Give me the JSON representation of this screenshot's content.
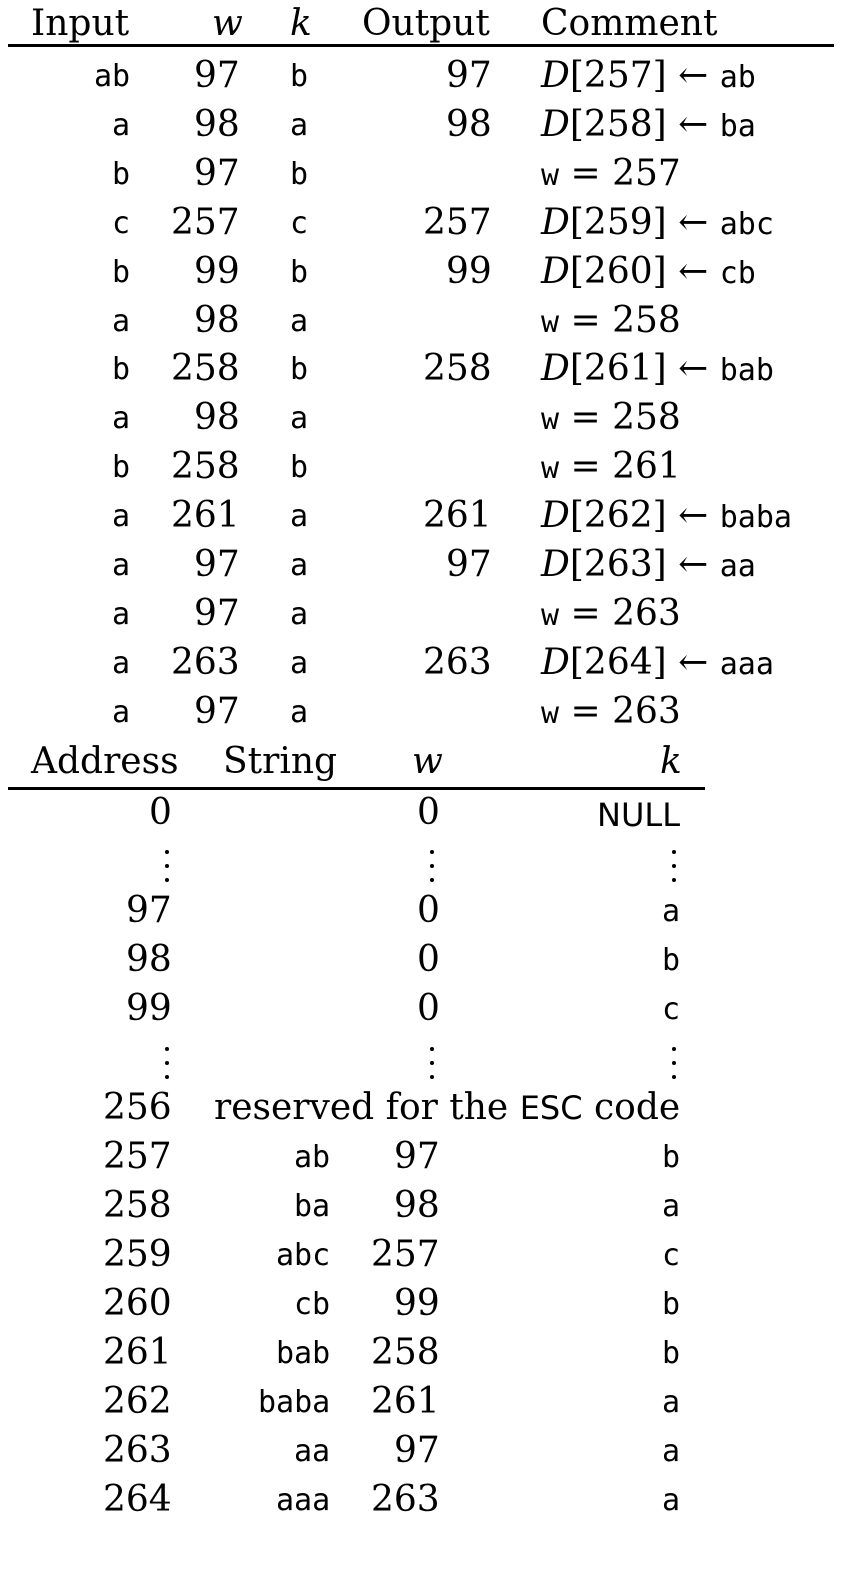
{
  "encoder_table": {
    "headers": {
      "input": "Input",
      "w": "w",
      "k": "k",
      "output": "Output",
      "comment": "Comment"
    },
    "rows": [
      {
        "input": "ab",
        "w": "97",
        "k": "b",
        "output": "97",
        "comment": {
          "kind": "dict",
          "index": "257",
          "string": "ab"
        }
      },
      {
        "input": "a",
        "w": "98",
        "k": "a",
        "output": "98",
        "comment": {
          "kind": "dict",
          "index": "258",
          "string": "ba"
        }
      },
      {
        "input": "b",
        "w": "97",
        "k": "b",
        "output": "",
        "comment": {
          "kind": "assign",
          "value": "257"
        }
      },
      {
        "input": "c",
        "w": "257",
        "k": "c",
        "output": "257",
        "comment": {
          "kind": "dict",
          "index": "259",
          "string": "abc"
        }
      },
      {
        "input": "b",
        "w": "99",
        "k": "b",
        "output": "99",
        "comment": {
          "kind": "dict",
          "index": "260",
          "string": "cb"
        }
      },
      {
        "input": "a",
        "w": "98",
        "k": "a",
        "output": "",
        "comment": {
          "kind": "assign",
          "value": "258"
        }
      },
      {
        "input": "b",
        "w": "258",
        "k": "b",
        "output": "258",
        "comment": {
          "kind": "dict",
          "index": "261",
          "string": "bab"
        }
      },
      {
        "input": "a",
        "w": "98",
        "k": "a",
        "output": "",
        "comment": {
          "kind": "assign",
          "value": "258"
        }
      },
      {
        "input": "b",
        "w": "258",
        "k": "b",
        "output": "",
        "comment": {
          "kind": "assign",
          "value": "261"
        }
      },
      {
        "input": "a",
        "w": "261",
        "k": "a",
        "output": "261",
        "comment": {
          "kind": "dict",
          "index": "262",
          "string": "baba"
        }
      },
      {
        "input": "a",
        "w": "97",
        "k": "a",
        "output": "97",
        "comment": {
          "kind": "dict",
          "index": "263",
          "string": "aa"
        }
      },
      {
        "input": "a",
        "w": "97",
        "k": "a",
        "output": "",
        "comment": {
          "kind": "assign",
          "value": "263"
        }
      },
      {
        "input": "a",
        "w": "263",
        "k": "a",
        "output": "263",
        "comment": {
          "kind": "dict",
          "index": "264",
          "string": "aaa"
        }
      },
      {
        "input": "a",
        "w": "97",
        "k": "a",
        "output": "",
        "comment": {
          "kind": "assign",
          "value": "263"
        }
      }
    ],
    "comment_tokens": {
      "dict_name": "D",
      "arrow": "←",
      "w_name": "w",
      "equals": "="
    }
  },
  "dictionary_table": {
    "headers": {
      "address": "Address",
      "string": "String",
      "w": "w",
      "k": "k"
    },
    "rows": [
      {
        "address": "0",
        "string": "",
        "w": "0",
        "k": "NULL",
        "k_style": "sans"
      },
      {
        "ellipsis": true
      },
      {
        "address": "97",
        "string": "",
        "w": "0",
        "k": "a"
      },
      {
        "address": "98",
        "string": "",
        "w": "0",
        "k": "b"
      },
      {
        "address": "99",
        "string": "",
        "w": "0",
        "k": "c"
      },
      {
        "ellipsis": true
      },
      {
        "address": "256",
        "reserved": {
          "text": "reserved for the ",
          "code": "ESC",
          "suffix": " code"
        }
      },
      {
        "address": "257",
        "string": "ab",
        "w": "97",
        "k": "b"
      },
      {
        "address": "258",
        "string": "ba",
        "w": "98",
        "k": "a"
      },
      {
        "address": "259",
        "string": "abc",
        "w": "257",
        "k": "c"
      },
      {
        "address": "260",
        "string": "cb",
        "w": "99",
        "k": "b"
      },
      {
        "address": "261",
        "string": "bab",
        "w": "258",
        "k": "b"
      },
      {
        "address": "262",
        "string": "baba",
        "w": "261",
        "k": "a"
      },
      {
        "address": "263",
        "string": "aa",
        "w": "97",
        "k": "a"
      },
      {
        "address": "264",
        "string": "aaa",
        "w": "263",
        "k": "a"
      }
    ]
  }
}
